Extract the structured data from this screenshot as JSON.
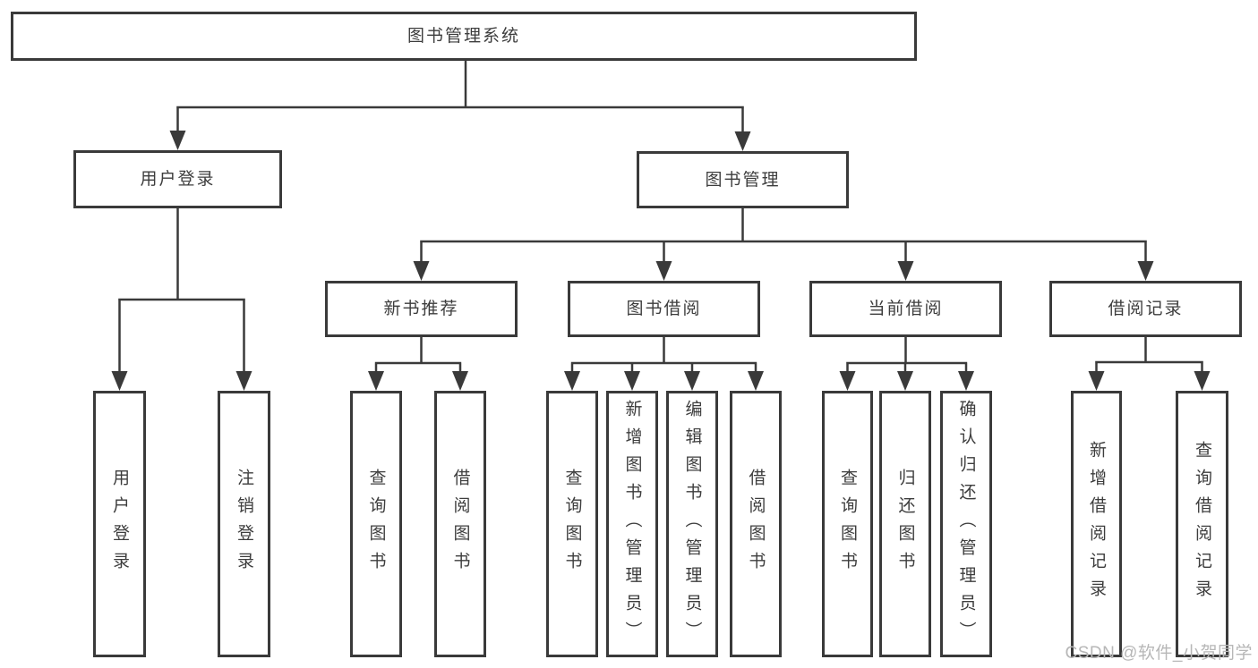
{
  "root": {
    "label": "图书管理系统"
  },
  "branches": [
    {
      "label": "用户登录",
      "children": [
        {
          "label": "用户登录"
        },
        {
          "label": "注销登录"
        }
      ]
    },
    {
      "label": "图书管理",
      "children": [
        {
          "label": "新书推荐",
          "children": [
            {
              "label": "查询图书"
            },
            {
              "label": "借阅图书"
            }
          ]
        },
        {
          "label": "图书借阅",
          "children": [
            {
              "label": "查询图书"
            },
            {
              "label": "新增图书（管理员）"
            },
            {
              "label": "编辑图书（管理员）"
            },
            {
              "label": "借阅图书"
            }
          ]
        },
        {
          "label": "当前借阅",
          "children": [
            {
              "label": "查询图书"
            },
            {
              "label": "归还图书"
            },
            {
              "label": "确认归还（管理员）"
            }
          ]
        },
        {
          "label": "借阅记录",
          "children": [
            {
              "label": "新增借阅记录"
            },
            {
              "label": "查询借阅记录"
            }
          ]
        }
      ]
    }
  ],
  "watermark": "CSDN @软件_小贺同学",
  "colors": {
    "line": "#3a3a3a",
    "box_border": "#3a3a3a",
    "text": "#3d3d3d",
    "watermark_text": "#b7b7b7",
    "background": "#ffffff"
  }
}
